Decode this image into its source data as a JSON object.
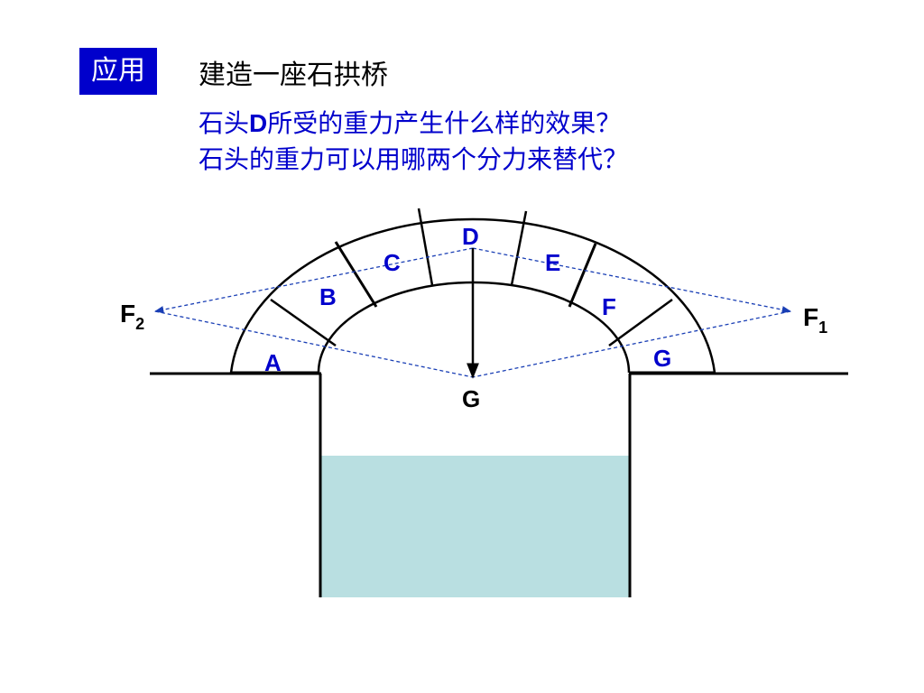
{
  "header": {
    "badge": "应用",
    "title": "建造一座石拱桥"
  },
  "questions": {
    "line1_pre": "石头",
    "line1_letter": "D",
    "line1_post": "所受的重力产生什么样的效果？",
    "line2": "石头的重力可以用哪两个分力来替代？"
  },
  "diagram": {
    "stones": [
      "A",
      "B",
      "C",
      "D",
      "E",
      "F",
      "G"
    ],
    "gravity_label": "G",
    "force_right_main": "F",
    "force_right_sub": "1",
    "force_left_main": "F",
    "force_left_sub": "2",
    "water_color": "#b9dfe1",
    "stone_label_color": "#0000cc",
    "force_line_color": "#1a3fb5"
  }
}
